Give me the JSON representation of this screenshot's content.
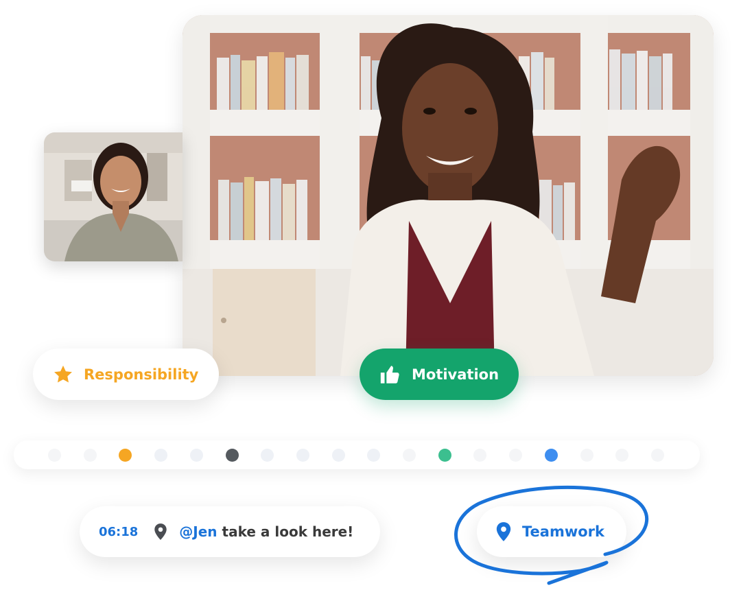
{
  "main_video": {
    "participant": "main-speaker"
  },
  "self_view": {
    "participant": "self-view"
  },
  "tags": {
    "responsibility": {
      "label": "Responsibility",
      "color": "#f5a623",
      "icon": "star-icon"
    },
    "motivation": {
      "label": "Motivation",
      "color": "#14a46c",
      "icon": "thumbs-up-icon"
    },
    "teamwork": {
      "label": "Teamwork",
      "color": "#1a73d9",
      "icon": "location-pin-icon"
    }
  },
  "timeline": {
    "markers": [
      "faint",
      "faint",
      "orange",
      "light",
      "light",
      "dark",
      "light",
      "light",
      "light",
      "light",
      "faint",
      "green",
      "faint",
      "faint",
      "blue",
      "faint",
      "faint",
      "faint"
    ],
    "colors": {
      "orange": "#f5a623",
      "green": "#3cbf8f",
      "blue": "#3e8ef0",
      "dark": "#555a5f",
      "light": "#eef1f6",
      "faint": "#f4f5f7"
    }
  },
  "comment": {
    "time": "06:18",
    "mention": "@Jen",
    "text": "take a look here!"
  }
}
